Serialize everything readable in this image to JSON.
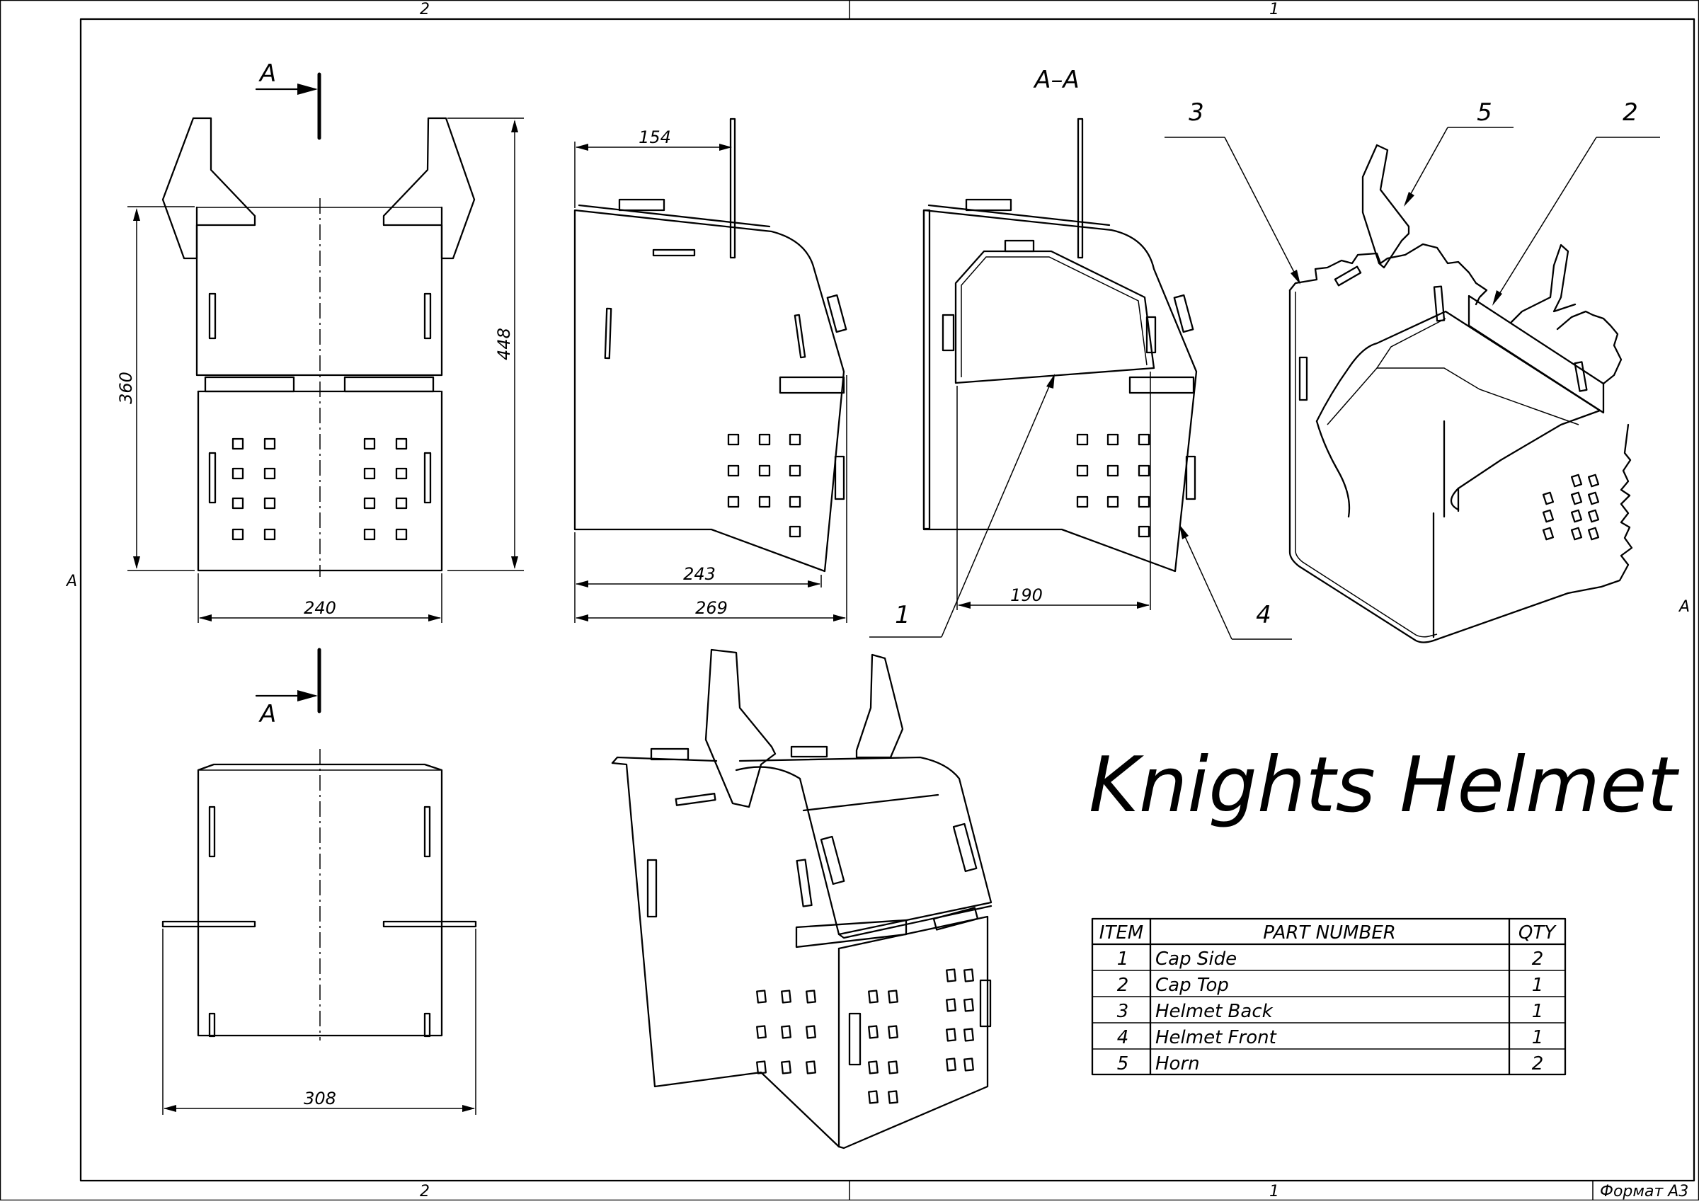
{
  "title": "Knights Helmet",
  "format_label": "Формат А3",
  "zones": {
    "top": [
      "2",
      "1"
    ],
    "bottom": [
      "2",
      "1"
    ],
    "left": "A",
    "right": "A"
  },
  "section": {
    "arrow_label_top": "A",
    "arrow_label_bottom": "A",
    "view_label": "A–A"
  },
  "dimensions": {
    "front_height": "360",
    "front_total_height": "448",
    "front_width": "240",
    "side_154": "154",
    "side_243": "243",
    "side_269": "269",
    "section_190": "190",
    "bottom_width": "308"
  },
  "balloons": {
    "b1": "1",
    "b2": "2",
    "b3": "3",
    "b4": "4",
    "b5": "5"
  },
  "parts_table": {
    "headers": {
      "item": "ITEM",
      "part": "PART NUMBER",
      "qty": "QTY"
    },
    "rows": [
      {
        "item": "1",
        "part": "Cap Side",
        "qty": "2"
      },
      {
        "item": "2",
        "part": "Cap Top",
        "qty": "1"
      },
      {
        "item": "3",
        "part": "Helmet Back",
        "qty": "1"
      },
      {
        "item": "4",
        "part": "Helmet Front",
        "qty": "1"
      },
      {
        "item": "5",
        "part": "Horn",
        "qty": "2"
      }
    ]
  }
}
